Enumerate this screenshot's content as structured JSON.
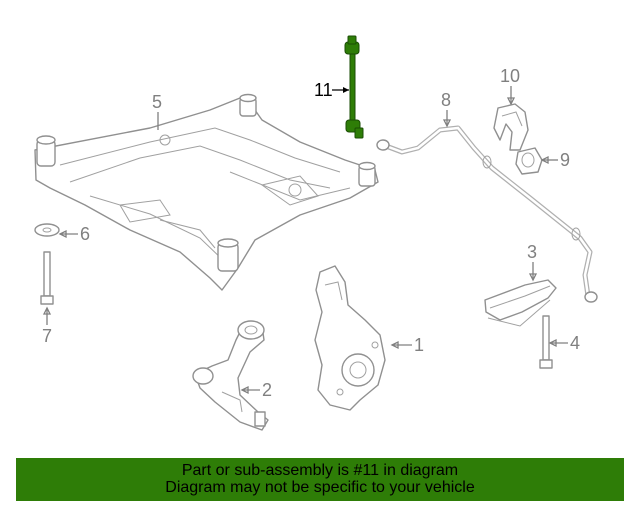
{
  "callouts": {
    "c1": "1",
    "c2": "2",
    "c3": "3",
    "c4": "4",
    "c5": "5",
    "c6": "6",
    "c7": "7",
    "c8": "8",
    "c9": "9",
    "c10": "10",
    "c11": "11"
  },
  "highlighted_part": "11",
  "colors": {
    "highlight": "#2e7d07",
    "banner": "#2e7d07",
    "line_art": "#909090"
  },
  "banner": {
    "line1": "Part or sub-assembly is #11 in diagram",
    "line2": "Diagram may not be specific to your vehicle"
  }
}
